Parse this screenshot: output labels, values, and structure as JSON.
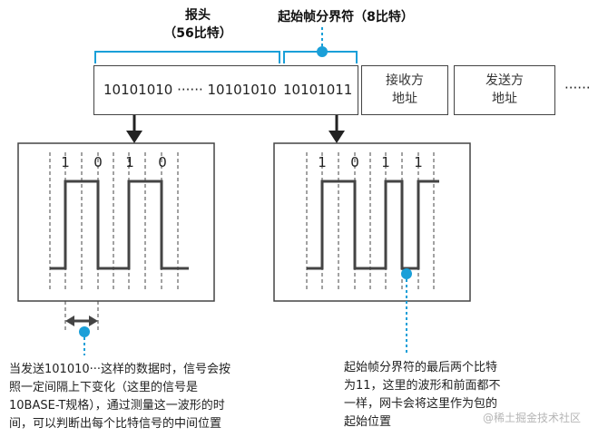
{
  "labels": {
    "preamble": "报头",
    "preamble_bits": "（56比特）",
    "sfd": "起始帧分界符（8比特）"
  },
  "frame": {
    "preamble_bits_text": "10101010 ······ 10101010",
    "sfd_bits_text": "10101011",
    "dest_addr": [
      "接收方",
      "地址"
    ],
    "src_addr": [
      "发送方",
      "地址"
    ],
    "ellipsis": "······"
  },
  "waveform_left": {
    "bits": [
      "1",
      "0",
      "1",
      "0"
    ]
  },
  "waveform_right": {
    "bits": [
      "1",
      "0",
      "1",
      "1"
    ]
  },
  "captions": {
    "left": [
      "当发送101010···这样的数据时，信号会按",
      "照一定间隔上下变化（这里的信号是",
      "10BASE-T规格），通过测量这一波形的时",
      "间，可以判断出每个比特信号的中间位置"
    ],
    "right": [
      "起始帧分界符的最后两个比特",
      "为11，这里的波形和前面都不",
      "一样，网卡会将这里作为包的",
      "起始位置"
    ]
  },
  "watermark": "@稀土掘金技术社区",
  "colors": {
    "accent": "#1a9fd8",
    "line": "#444444"
  }
}
